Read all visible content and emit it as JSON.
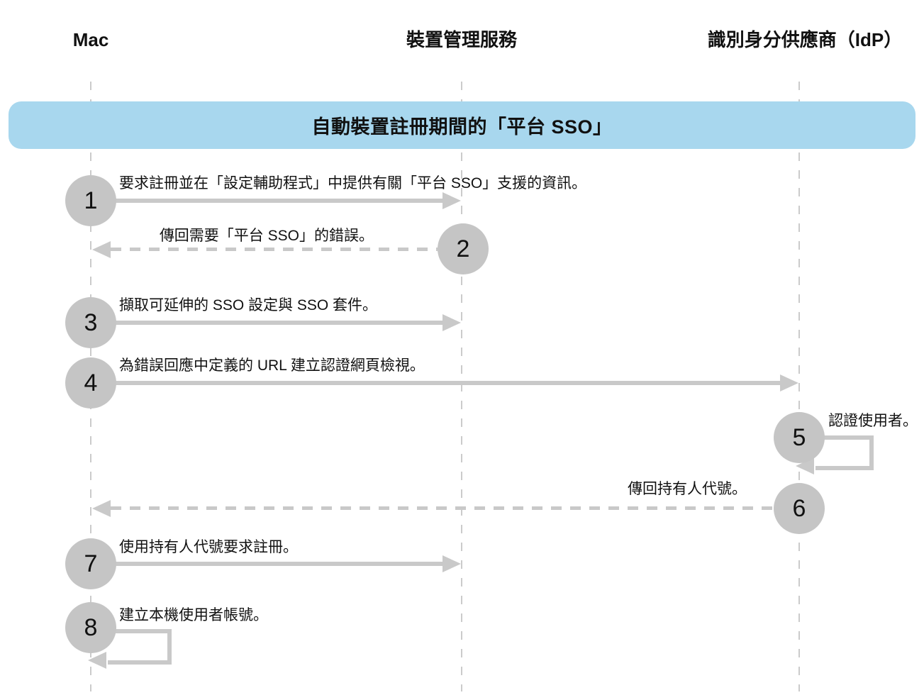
{
  "diagram": {
    "banner_title": "自動裝置註冊期間的「平台 SSO」",
    "actors": [
      {
        "name": "Mac"
      },
      {
        "name": "裝置管理服務"
      },
      {
        "name": "識別身分供應商（IdP）"
      }
    ],
    "steps": [
      {
        "num": "1",
        "label": "要求註冊並在「設定輔助程式」中提供有關「平台 SSO」支援的資訊。",
        "from": "Mac",
        "to": "裝置管理服務",
        "line": "solid",
        "direction": "right"
      },
      {
        "num": "2",
        "label": "傳回需要「平台 SSO」的錯誤。",
        "from": "裝置管理服務",
        "to": "Mac",
        "line": "dashed",
        "direction": "left"
      },
      {
        "num": "3",
        "label": "擷取可延伸的 SSO 設定與 SSO 套件。",
        "from": "Mac",
        "to": "裝置管理服務",
        "line": "solid",
        "direction": "right"
      },
      {
        "num": "4",
        "label": "為錯誤回應中定義的 URL 建立認證網頁檢視。",
        "from": "Mac",
        "to": "識別身分供應商（IdP）",
        "line": "solid",
        "direction": "right"
      },
      {
        "num": "5",
        "label": "認證使用者。",
        "from": "識別身分供應商（IdP）",
        "to": "識別身分供應商（IdP）",
        "line": "solid",
        "direction": "self"
      },
      {
        "num": "6",
        "label": "傳回持有人代號。",
        "from": "識別身分供應商（IdP）",
        "to": "Mac",
        "line": "dashed",
        "direction": "left"
      },
      {
        "num": "7",
        "label": "使用持有人代號要求註冊。",
        "from": "Mac",
        "to": "裝置管理服務",
        "line": "solid",
        "direction": "right"
      },
      {
        "num": "8",
        "label": "建立本機使用者帳號。",
        "from": "Mac",
        "to": "Mac",
        "line": "solid",
        "direction": "self"
      }
    ],
    "colors": {
      "banner_fill": "#A8D7EE",
      "shape_gray": "#C5C5C5",
      "arrow_gray": "#C9C9C9",
      "lifeline_gray": "#CBCBCB",
      "text": "#111111",
      "background": "#FFFFFF"
    }
  }
}
